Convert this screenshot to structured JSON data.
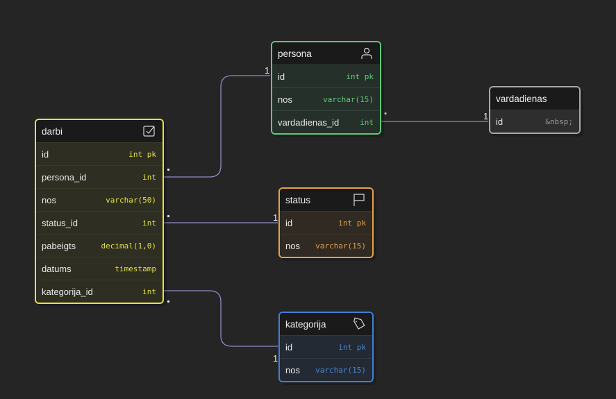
{
  "diagram": {
    "type": "entity-relationship",
    "tables": {
      "darbi": {
        "name": "darbi",
        "icon": "checkbox-icon",
        "color": "#e4e43a",
        "columns": [
          {
            "name": "id",
            "type": "int pk"
          },
          {
            "name": "persona_id",
            "type": "int"
          },
          {
            "name": "nos",
            "type": "varchar(50)"
          },
          {
            "name": "status_id",
            "type": "int"
          },
          {
            "name": "pabeigts",
            "type": "decimal(1,0)"
          },
          {
            "name": "datums",
            "type": "timestamp"
          },
          {
            "name": "kategorija_id",
            "type": "int"
          }
        ]
      },
      "persona": {
        "name": "persona",
        "icon": "user-icon",
        "color": "#5fc978",
        "columns": [
          {
            "name": "id",
            "type": "int pk"
          },
          {
            "name": "nos",
            "type": "varchar(15)"
          },
          {
            "name": "vardadienas_id",
            "type": "int"
          }
        ]
      },
      "vardadienas": {
        "name": "vardadienas",
        "icon": "",
        "color": "#a9a9a9",
        "columns": [
          {
            "name": "id",
            "type": "&nbsp;"
          }
        ]
      },
      "status": {
        "name": "status",
        "icon": "flag-icon",
        "color": "#e5a24a",
        "columns": [
          {
            "name": "id",
            "type": "int pk"
          },
          {
            "name": "nos",
            "type": "varchar(15)"
          }
        ]
      },
      "kategorija": {
        "name": "kategorija",
        "icon": "tag-icon",
        "color": "#3f7fd8",
        "columns": [
          {
            "name": "id",
            "type": "int pk"
          },
          {
            "name": "nos",
            "type": "varchar(15)"
          }
        ]
      }
    },
    "relationships": [
      {
        "from": "darbi.persona_id",
        "to": "persona.id",
        "from_card": "*",
        "to_card": "1"
      },
      {
        "from": "darbi.status_id",
        "to": "status.id",
        "from_card": "*",
        "to_card": "1"
      },
      {
        "from": "darbi.kategorija_id",
        "to": "kategorija.id",
        "from_card": "*",
        "to_card": "1"
      },
      {
        "from": "persona.vardadienas_id",
        "to": "vardadienas.id",
        "from_card": "*",
        "to_card": "1"
      }
    ],
    "link_color": "#8e8cc4"
  }
}
